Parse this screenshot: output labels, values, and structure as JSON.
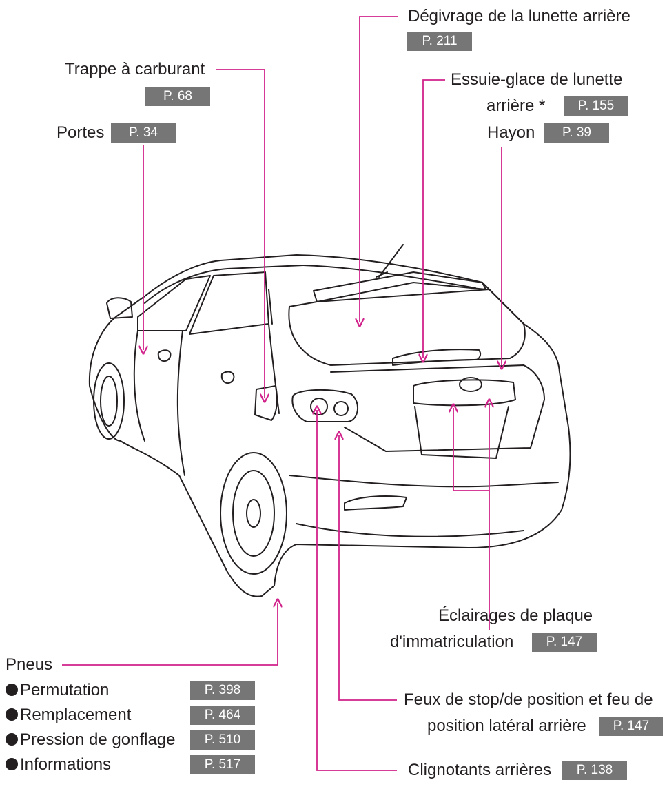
{
  "callouts": {
    "rear_defogger": {
      "label": "Dégivrage de la lunette arrière",
      "page": "P. 211"
    },
    "fuel_door": {
      "label": "Trappe à carburant",
      "page": "P. 68"
    },
    "doors": {
      "label": "Portes",
      "page": "P. 34"
    },
    "rear_wiper": {
      "label_line1": "Essuie-glace de lunette",
      "label_line2": "arrière",
      "asterisk": "*",
      "page": "P. 155"
    },
    "back_door": {
      "label": "Hayon",
      "page": "P. 39"
    },
    "plate_lights": {
      "label_line1": "Éclairages de plaque",
      "label_line2": "d'immatriculation",
      "page": "P. 147"
    },
    "stop_tail_lights": {
      "label_line1": "Feux de stop/de position et feu de",
      "label_line2": "position latéral arrière",
      "page": "P. 147"
    },
    "turn_signals": {
      "label": "Clignotants arrières",
      "page": "P. 138"
    }
  },
  "tires": {
    "title": "Pneus",
    "items": [
      {
        "label": "Permutation",
        "page": "P. 398"
      },
      {
        "label": "Remplacement",
        "page": "P. 464"
      },
      {
        "label": "Pression de gonflage",
        "page": "P. 510"
      },
      {
        "label": "Informations",
        "page": "P. 517"
      }
    ]
  },
  "colors": {
    "leader": "#d1228b",
    "badge": "#767676",
    "text": "#231f20"
  }
}
